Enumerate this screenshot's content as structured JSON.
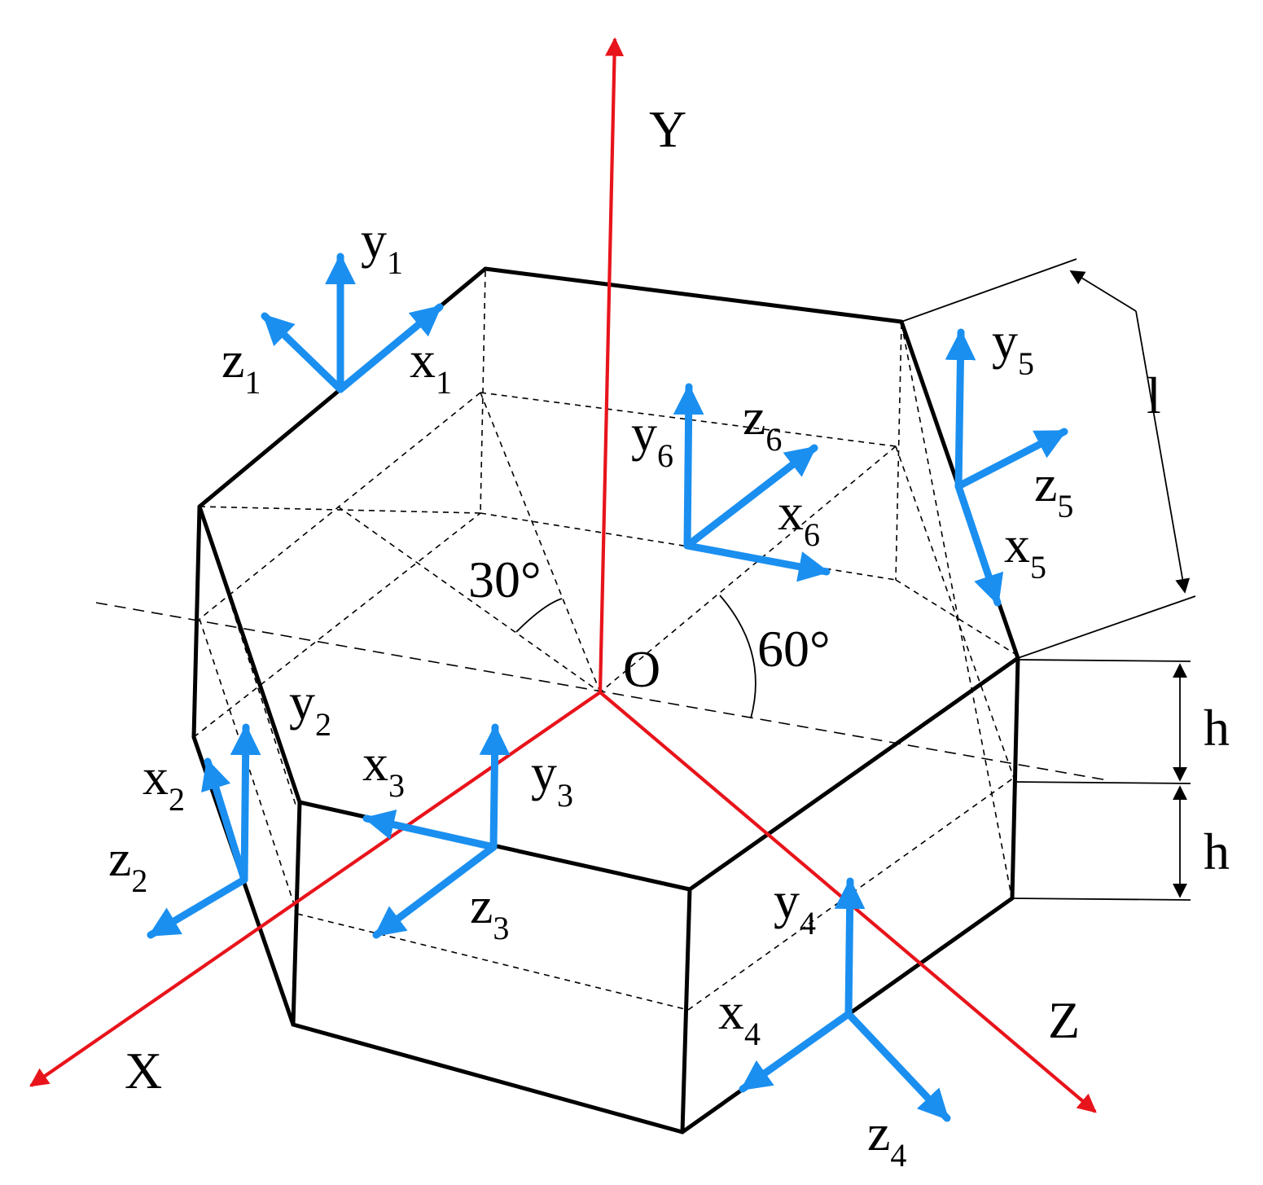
{
  "colors": {
    "axis": "#e8141b",
    "frame": "#1a8ff0",
    "edge": "#000000"
  },
  "global_axes": {
    "x": "X",
    "y": "Y",
    "z": "Z",
    "origin": "O"
  },
  "angles": {
    "a30": "30°",
    "a60": "60°"
  },
  "dimensions": {
    "length": "l",
    "height": "h"
  },
  "frames": [
    {
      "id": "1",
      "x": "x",
      "y": "y",
      "z": "z"
    },
    {
      "id": "2",
      "x": "x",
      "y": "y",
      "z": "z"
    },
    {
      "id": "3",
      "x": "x",
      "y": "y",
      "z": "z"
    },
    {
      "id": "4",
      "x": "x",
      "y": "y",
      "z": "z"
    },
    {
      "id": "5",
      "x": "x",
      "y": "y",
      "z": "z"
    },
    {
      "id": "6",
      "x": "x",
      "y": "y",
      "z": "z"
    }
  ]
}
